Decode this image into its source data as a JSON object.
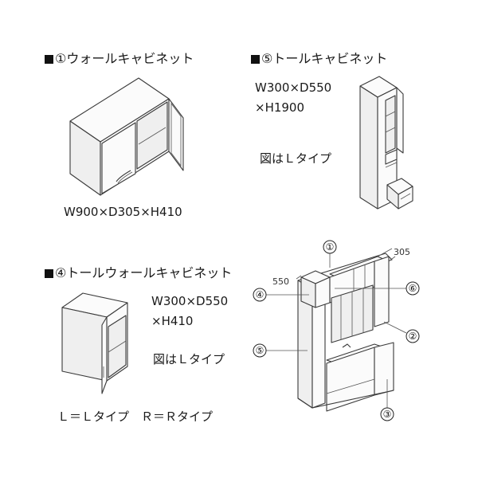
{
  "sections": {
    "wall": {
      "title": "①ウォールキャビネット",
      "spec": "W900×D305×H410"
    },
    "tall": {
      "title": "⑤トールキャビネット",
      "spec_line1": "W300×D550",
      "spec_line2": "×H1900",
      "note": "図はＬタイプ"
    },
    "tall_wall": {
      "title": "④トールウォールキャビネット",
      "spec_line1": "W300×D550",
      "spec_line2": "×H410",
      "note": "図はＬタイプ"
    }
  },
  "legend": {
    "type_note": "Ｌ＝Ｌタイプ　Ｒ＝Ｒタイプ"
  },
  "assembly": {
    "dim_depth_top": "305",
    "dim_depth_side": "550",
    "callouts": [
      "①",
      "④",
      "⑥",
      "⑤",
      "②",
      "③"
    ]
  }
}
